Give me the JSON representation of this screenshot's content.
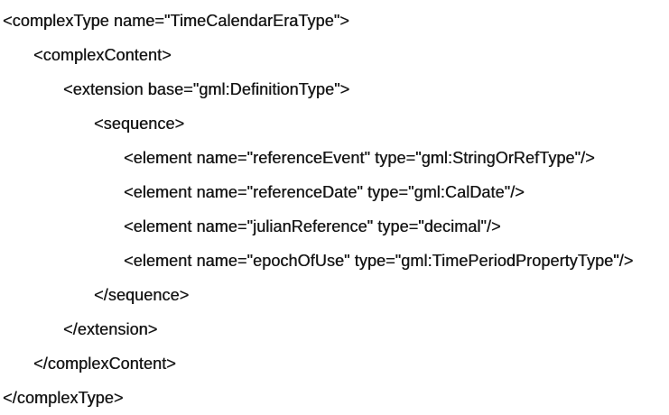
{
  "code": {
    "language": "xml-schema",
    "text_color": "#161616",
    "background_color": "#ffffff",
    "lines": [
      {
        "indent": 0,
        "text": "<complexType name=\"TimeCalendarEraType\">"
      },
      {
        "indent": 1,
        "text": "<complexContent>"
      },
      {
        "indent": 2,
        "text": "<extension base=\"gml:DefinitionType\">"
      },
      {
        "indent": 3,
        "text": "<sequence>"
      },
      {
        "indent": 4,
        "text": "<element name=\"referenceEvent\" type=\"gml:StringOrRefType\"/>"
      },
      {
        "indent": 4,
        "text": "<element name=\"referenceDate\" type=\"gml:CalDate\"/>"
      },
      {
        "indent": 4,
        "text": "<element name=\"julianReference\" type=\"decimal\"/>"
      },
      {
        "indent": 4,
        "text": "<element name=\"epochOfUse\" type=\"gml:TimePeriodPropertyType\"/>"
      },
      {
        "indent": 3,
        "text": "</sequence>"
      },
      {
        "indent": 2,
        "text": "</extension>"
      },
      {
        "indent": 1,
        "text": "</complexContent>"
      },
      {
        "indent": 0,
        "text": "</complexType>"
      }
    ]
  }
}
